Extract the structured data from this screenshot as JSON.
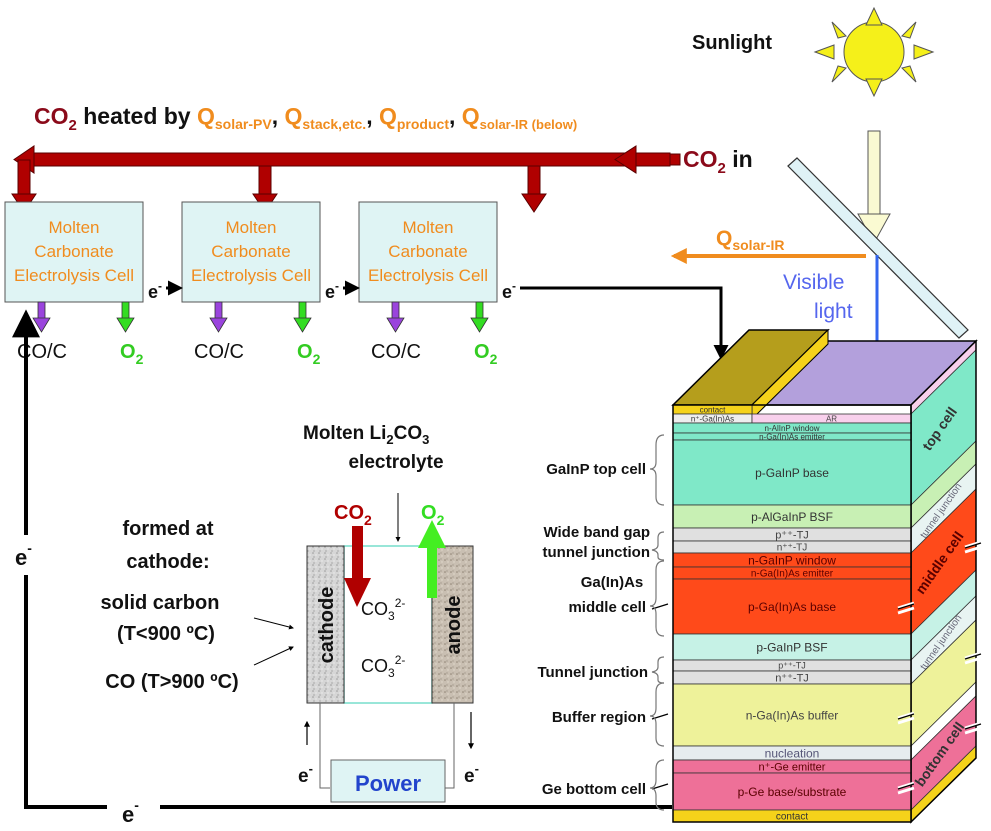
{
  "colors": {
    "co2_red": "#b00000",
    "co2_text": "#8b0a1a",
    "heat_orange": "#f08c1e",
    "cell_fill": "#dff4f4",
    "o2_green": "#33dd22",
    "co_purple": "#9a44dd",
    "visible_blue": "#3366ee",
    "sun_yellow": "#f5f01a",
    "power_blue": "#2244cc"
  },
  "header": {
    "co2_label": "CO",
    "co2_sub": "2",
    "heated_by": " heated by ",
    "q_symbol": "Q",
    "heat_sources": [
      {
        "sub": "solar-PV",
        "sep": ", "
      },
      {
        "sub": "stack,etc.",
        "sep": ", "
      },
      {
        "sub": "product",
        "sep": ", "
      },
      {
        "sub": "solar-IR (below)",
        "sep": ""
      }
    ]
  },
  "co2_in": {
    "main": "CO",
    "sub": "2",
    "suffix": " in"
  },
  "sunlight": {
    "label": "Sunlight"
  },
  "solar_ir": {
    "main": "Q",
    "sub": "solar-IR"
  },
  "visible_light": {
    "line1": "Visible",
    "line2": "light"
  },
  "electrolysis_cells": [
    {
      "line1": "Molten",
      "line2": "Carbonate",
      "line3": "Electrolysis Cell",
      "product_co": "CO/C",
      "product_o2": "O",
      "product_o2_sub": "2"
    },
    {
      "line1": "Molten",
      "line2": "Carbonate",
      "line3": "Electrolysis Cell",
      "product_co": "CO/C",
      "product_o2": "O",
      "product_o2_sub": "2"
    },
    {
      "line1": "Molten",
      "line2": "Carbonate",
      "line3": "Electrolysis Cell",
      "product_co": "CO/C",
      "product_o2": "O",
      "product_o2_sub": "2"
    }
  ],
  "electron": {
    "main": "e",
    "sup": "-"
  },
  "detail_cell": {
    "electrolyte_line1_a": "Molten Li",
    "electrolyte_line1_sub": "2",
    "electrolyte_line1_b": "CO",
    "electrolyte_line1_sub2": "3",
    "electrolyte_line2": "electrolyte",
    "co2_in": "CO",
    "co2_in_sub": "2",
    "o2_out": "O",
    "o2_out_sub": "2",
    "cathode": "cathode",
    "anode": "anode",
    "ion": "CO",
    "ion_sub": "3",
    "ion_sup": "2-",
    "power": "Power"
  },
  "formed_at": {
    "line1": "formed at",
    "line2": "cathode:",
    "line3": "solid carbon",
    "line4": "(T<900 ºC)",
    "line5": "CO (T>900 ºC)"
  },
  "pv_stack": {
    "region_labels": [
      {
        "text": "GaInP top cell"
      },
      {
        "text": "Wide band gap"
      },
      {
        "text": "tunnel junction"
      },
      {
        "text": "Ga(In)As"
      },
      {
        "text": "middle cell"
      },
      {
        "text": "Tunnel junction"
      },
      {
        "text": "Buffer region"
      },
      {
        "text": "Ge bottom cell"
      }
    ],
    "layers": [
      {
        "name": "contact-top",
        "text": "contact"
      },
      {
        "name": "cap",
        "text": "n⁺-Ga(In)As"
      },
      {
        "name": "ar",
        "text": "AR"
      },
      {
        "name": "window",
        "text": "n-AlInP window"
      },
      {
        "name": "top-emitter",
        "text": "n-Ga(In)As emitter"
      },
      {
        "name": "top-base",
        "text": "p-GaInP base"
      },
      {
        "name": "top-bsf",
        "text": "p-AlGaInP BSF"
      },
      {
        "name": "tj1-p",
        "text": "p⁺⁺-TJ"
      },
      {
        "name": "tj1-n",
        "text": "n⁺⁺-TJ"
      },
      {
        "name": "mid-window",
        "text": "n-GaInP window"
      },
      {
        "name": "mid-emitter",
        "text": "n-Ga(In)As emitter"
      },
      {
        "name": "mid-base",
        "text": "p-Ga(In)As base"
      },
      {
        "name": "mid-bsf",
        "text": "p-GaInP BSF"
      },
      {
        "name": "tj2-p",
        "text": "p⁺⁺-TJ"
      },
      {
        "name": "tj2-n",
        "text": "n⁺⁺-TJ"
      },
      {
        "name": "buffer",
        "text": "n-Ga(In)As buffer"
      },
      {
        "name": "nucleation",
        "text": "nucleation"
      },
      {
        "name": "ge-emitter",
        "text": "n⁺-Ge emitter"
      },
      {
        "name": "ge-base",
        "text": "p-Ge base/substrate"
      },
      {
        "name": "contact-bottom",
        "text": "contact"
      }
    ],
    "side_labels": {
      "top_cell": "top cell",
      "tunnel1": "tunnel junction",
      "middle_cell": "middle cell",
      "tunnel2": "tunnel junction",
      "bottom_cell": "bottom cell"
    }
  }
}
